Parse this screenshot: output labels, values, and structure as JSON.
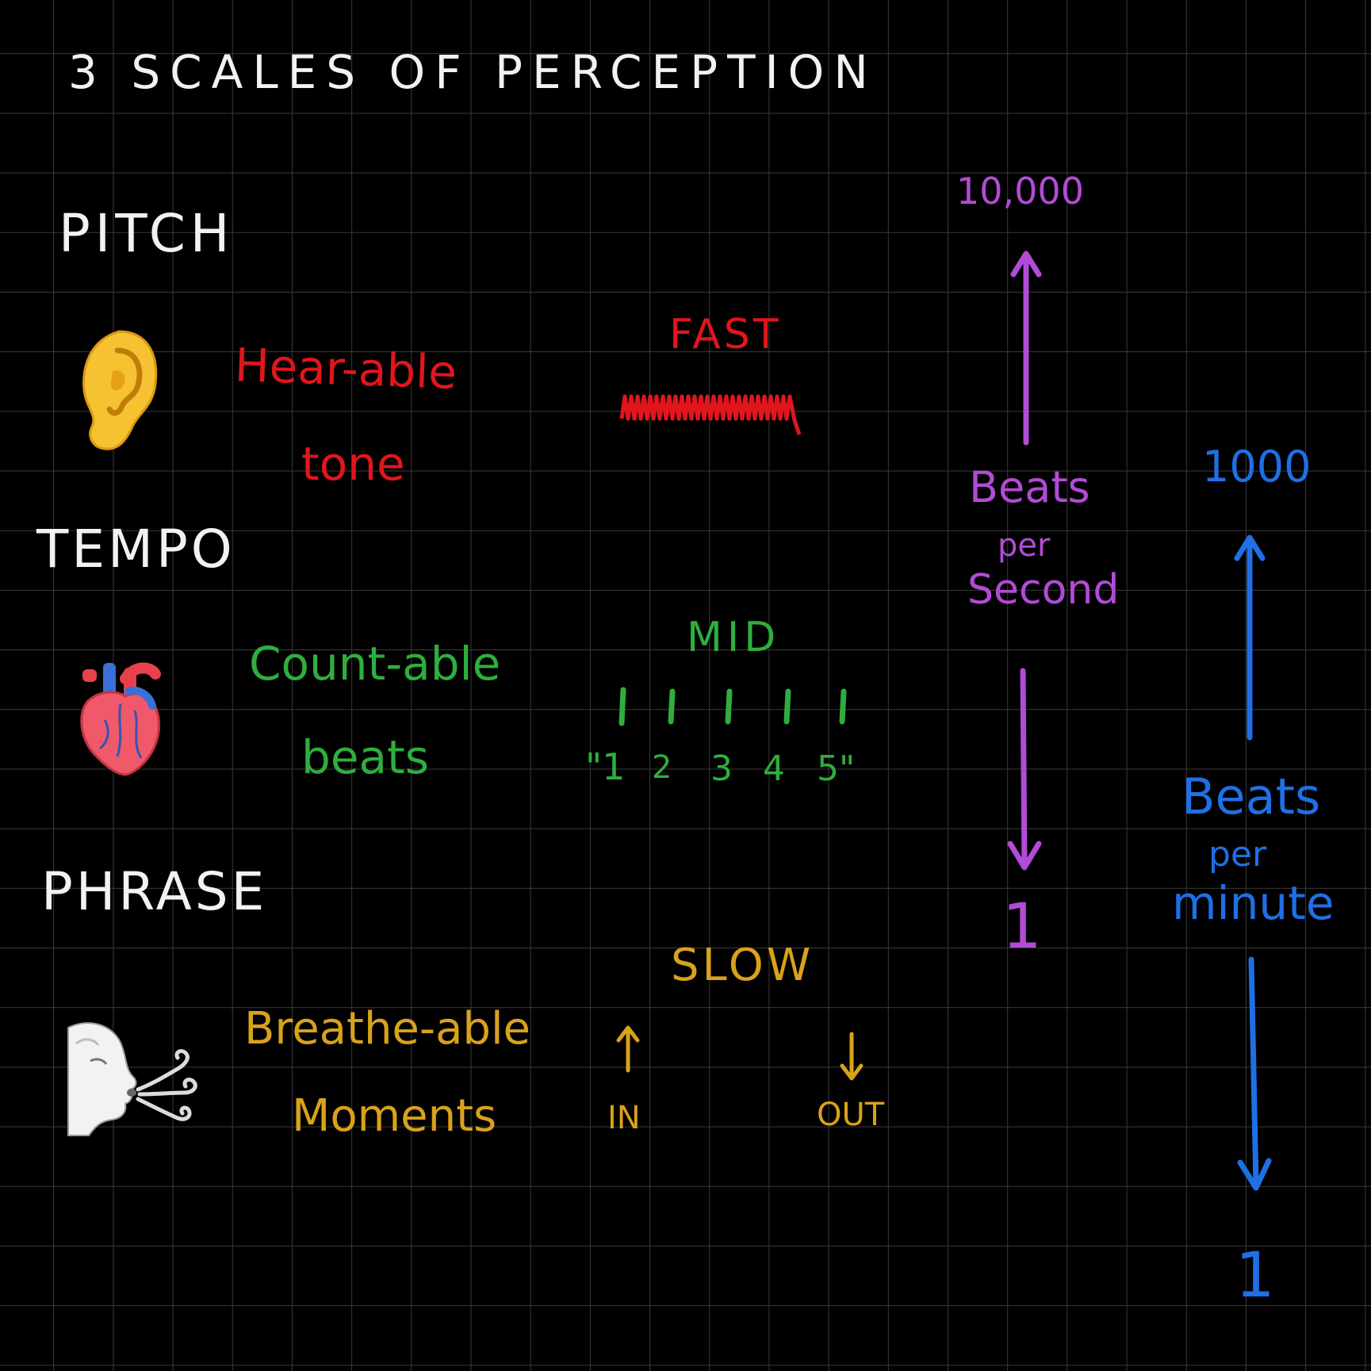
{
  "title": "3 SCALES OF PERCEPTION",
  "rows": [
    {
      "label": "PITCH",
      "description_1": "Hear-able",
      "description_2": "tone",
      "speed": "FAST",
      "icon": "ear-icon"
    },
    {
      "label": "TEMPO",
      "description_1": "Count-able",
      "description_2": "beats",
      "speed": "MID",
      "icon": "anatomical-heart-icon"
    },
    {
      "label": "PHRASE",
      "description_1": "Breathe-able",
      "description_2": "Moments",
      "speed": "SLOW",
      "icon": "wind-face-icon"
    }
  ],
  "count_ticks": [
    "\"1",
    "2",
    "3",
    "4",
    "5\""
  ],
  "breath_labels": {
    "in": "IN",
    "out": "OUT"
  },
  "scales": [
    {
      "top": "10,000",
      "unit_1": "Beats",
      "unit_2": "per",
      "unit_3": "Second",
      "bottom": "1",
      "color": "#b24bd6"
    },
    {
      "top": "1000",
      "unit_1": "Beats",
      "unit_2": "per",
      "unit_3": "minute",
      "bottom": "1",
      "color": "#1f6fe6"
    }
  ],
  "colors": {
    "pitch": "#e0161c",
    "tempo": "#2fae3e",
    "phrase": "#d9a21b",
    "title": "#f2f2f2"
  }
}
